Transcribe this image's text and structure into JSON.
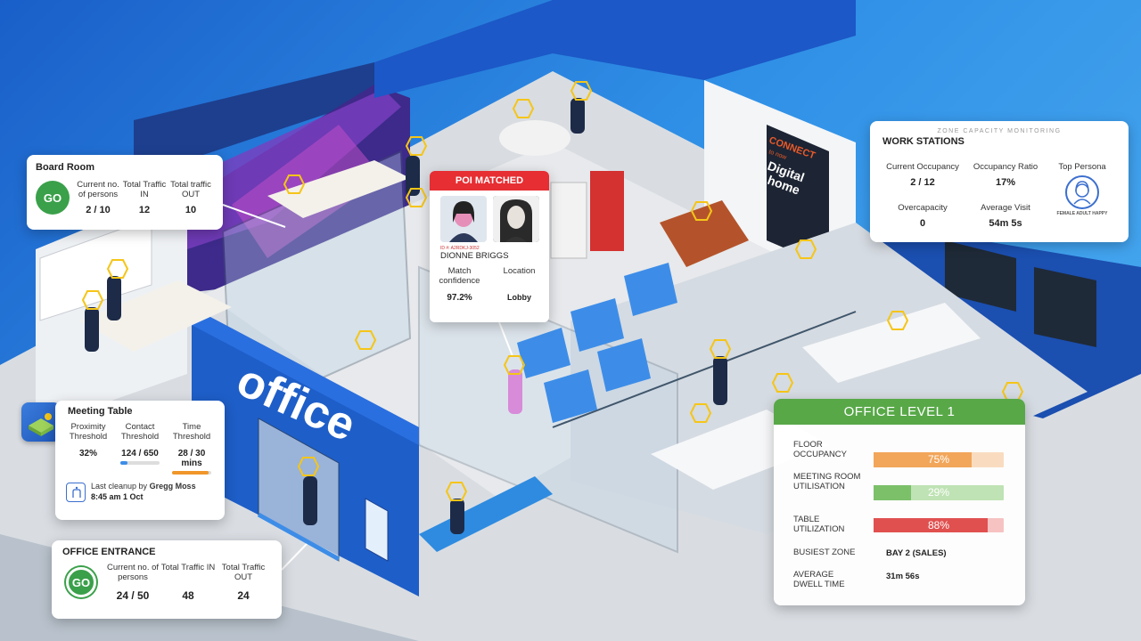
{
  "scene": {
    "sign_text": "office",
    "wall_poster_lines": [
      "CONNECT",
      "to now",
      "Digital",
      "home"
    ]
  },
  "board_room": {
    "title": "Board Room",
    "status": "GO",
    "metrics": [
      {
        "label": "Current no. of persons",
        "value": "2 / 10"
      },
      {
        "label": "Total Traffic IN",
        "value": "12"
      },
      {
        "label": "Total traffic OUT",
        "value": "10"
      }
    ]
  },
  "poi": {
    "header": "POI MATCHED",
    "id_text": "ID #: A2RDKJ-3052",
    "name": "DIONNE BRIGGS",
    "match_label": "Match confidence",
    "match_value": "97.2%",
    "location_label": "Location",
    "location_value": "Lobby"
  },
  "work_stations": {
    "subtitle": "ZONE CAPACITY MONITORING",
    "title": "WORK STATIONS",
    "current_occupancy_label": "Current Occupancy",
    "current_occupancy_value": "2 / 12",
    "occupancy_ratio_label": "Occupancy Ratio",
    "occupancy_ratio_value": "17%",
    "top_persona_label": "Top Persona",
    "persona_caption": "FEMALE ADULT HAPPY",
    "overcapacity_label": "Overcapacity",
    "overcapacity_value": "0",
    "average_visit_label": "Average Visit",
    "average_visit_value": "54m 5s"
  },
  "meeting_table": {
    "title": "Meeting Table",
    "proximity_label": "Proximity Threshold",
    "proximity_value": "32%",
    "contact_label": "Contact Threshold",
    "contact_value": "124 / 650",
    "contact_fraction": 0.19,
    "time_label": "Time Threshold",
    "time_value": "28 / 30 mins",
    "time_fraction": 0.93,
    "cleanup_prefix": "Last cleanup by",
    "cleanup_by": "Gregg Moss",
    "cleanup_time": "8:45 am  1 Oct",
    "colors": {
      "contact": "#3d8de8",
      "time": "#f0962a"
    }
  },
  "office_entrance": {
    "title": "OFFICE ENTRANCE",
    "status": "GO",
    "metrics": [
      {
        "label": "Current no. of persons",
        "value": "24 / 50"
      },
      {
        "label": "Total Traffic IN",
        "value": "48"
      },
      {
        "label": "Total Traffic OUT",
        "value": "24"
      }
    ]
  },
  "office_level": {
    "title": "OFFICE LEVEL 1",
    "floor_occupancy_label": "FLOOR OCCUPANCY",
    "floor_occupancy_value": "75%",
    "floor_occupancy_fraction": 0.75,
    "meeting_room_label": "MEETING ROOM UTILISATION",
    "meeting_room_value": "29%",
    "meeting_room_fraction": 0.29,
    "table_label": "TABLE UTILIZATION",
    "table_value": "88%",
    "table_fraction": 0.88,
    "busiest_zone_label": "BUSIEST ZONE",
    "busiest_zone_value": "BAY 2 (SALES)",
    "dwell_label": "AVERAGE DWELL TIME",
    "dwell_value": "31m 56s",
    "colors": {
      "header": "#58a848",
      "floor": "#f2a65a",
      "floor_bg": "#f9dcc0",
      "meeting": "#7cc06a",
      "meeting_bg": "#bfe3b4",
      "table": "#e0504f",
      "table_bg": "#f6c3c2"
    }
  },
  "marker_color": "#f5c518"
}
